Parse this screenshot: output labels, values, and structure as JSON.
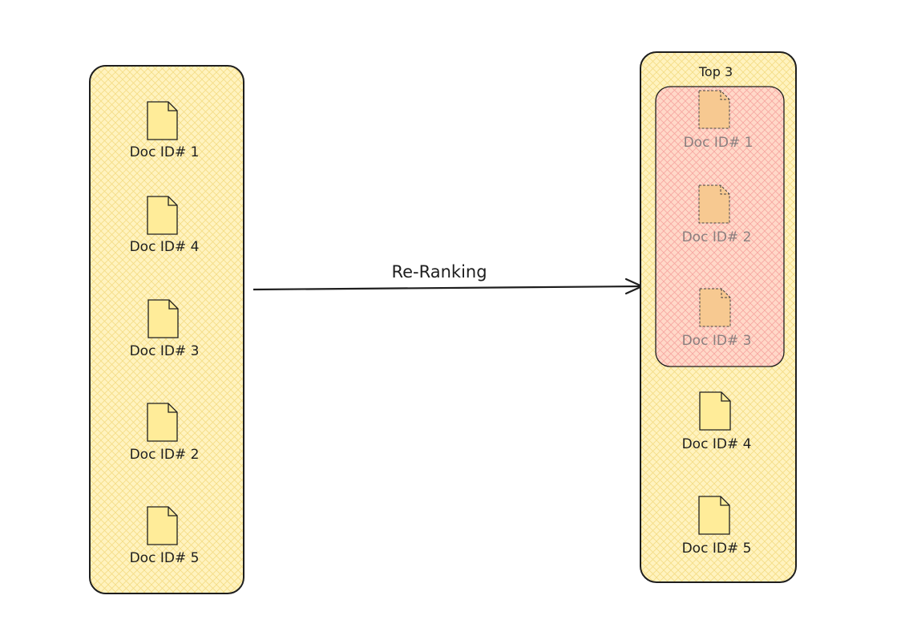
{
  "diagram": {
    "input_list": {
      "docs": [
        {
          "label": "Doc ID# 1"
        },
        {
          "label": "Doc ID# 4"
        },
        {
          "label": "Doc ID# 3"
        },
        {
          "label": "Doc ID# 2"
        },
        {
          "label": "Doc ID# 5"
        }
      ]
    },
    "edge": {
      "label": "Re-Ranking"
    },
    "output_list": {
      "top_group": {
        "label": "Top 3",
        "docs": [
          {
            "label": "Doc ID# 1"
          },
          {
            "label": "Doc ID# 2"
          },
          {
            "label": "Doc ID# 3"
          }
        ]
      },
      "rest_docs": [
        {
          "label": "Doc ID# 4"
        },
        {
          "label": "Doc ID# 5"
        }
      ]
    },
    "colors": {
      "container_fill": "#fff3bf",
      "container_hatch": "#f5dc85",
      "highlight_fill": "#ffd8c8",
      "highlight_hatch": "#f7a6a0",
      "doc_fill": "#ffec99",
      "doc_fill_faded": "#f7c991",
      "stroke": "#1e1e1e"
    }
  }
}
